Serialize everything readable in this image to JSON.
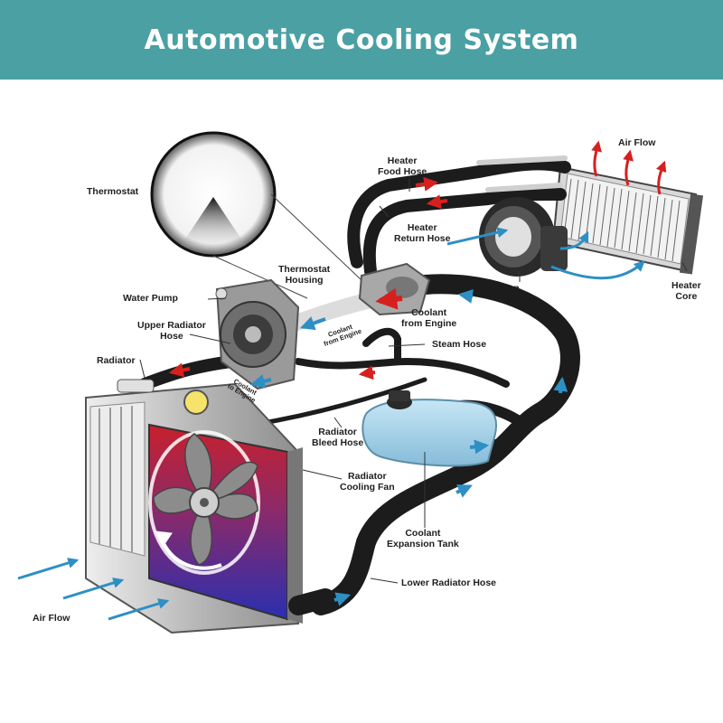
{
  "title": "Automotive Cooling System",
  "colors": {
    "banner": "#4aa0a3",
    "hose": "#1c1c1c",
    "flow_hot": "#d62020",
    "flow_cold": "#2e8fc4",
    "radiator_hot": "#c8202c",
    "radiator_cold": "#2a2fb0",
    "tank": "#a9d3ea",
    "metal": "#b7b7b7"
  },
  "icons": [
    "thermostat-icon",
    "water-pump-icon",
    "radiator-icon",
    "fan-icon",
    "heater-core-icon",
    "expansion-tank-icon",
    "flow-arrow-icon"
  ],
  "labels": {
    "thermostat": "Thermostat",
    "heater_food_hose": "Heater\nFood Hose",
    "heater_return_hose": "Heater\nReturn Hose",
    "air_flow_top": "Air Flow",
    "fan": "Fan",
    "heater_core": "Heater\nCore",
    "thermostat_housing": "Thermostat\nHousing",
    "water_pump": "Water Pump",
    "coolant_from_engine": "Coolant\nfrom Engine",
    "upper_radiator_hose": "Upper Radiator\nHose",
    "steam_hose": "Steam Hose",
    "radiator": "Radiator",
    "coolant_from_engine_small": "Coolant\nfrom Engine",
    "coolant_to_engine_small": "Coolant\nto Engine",
    "radiator_bleed_hose": "Radiator\nBleed Hose",
    "radiator_cooling_fan": "Radiator\nCooling Fan",
    "coolant_expansion_tank": "Coolant\nExpansion Tank",
    "lower_radiator_hose": "Lower Radiator Hose",
    "air_flow_bottom": "Air Flow"
  }
}
